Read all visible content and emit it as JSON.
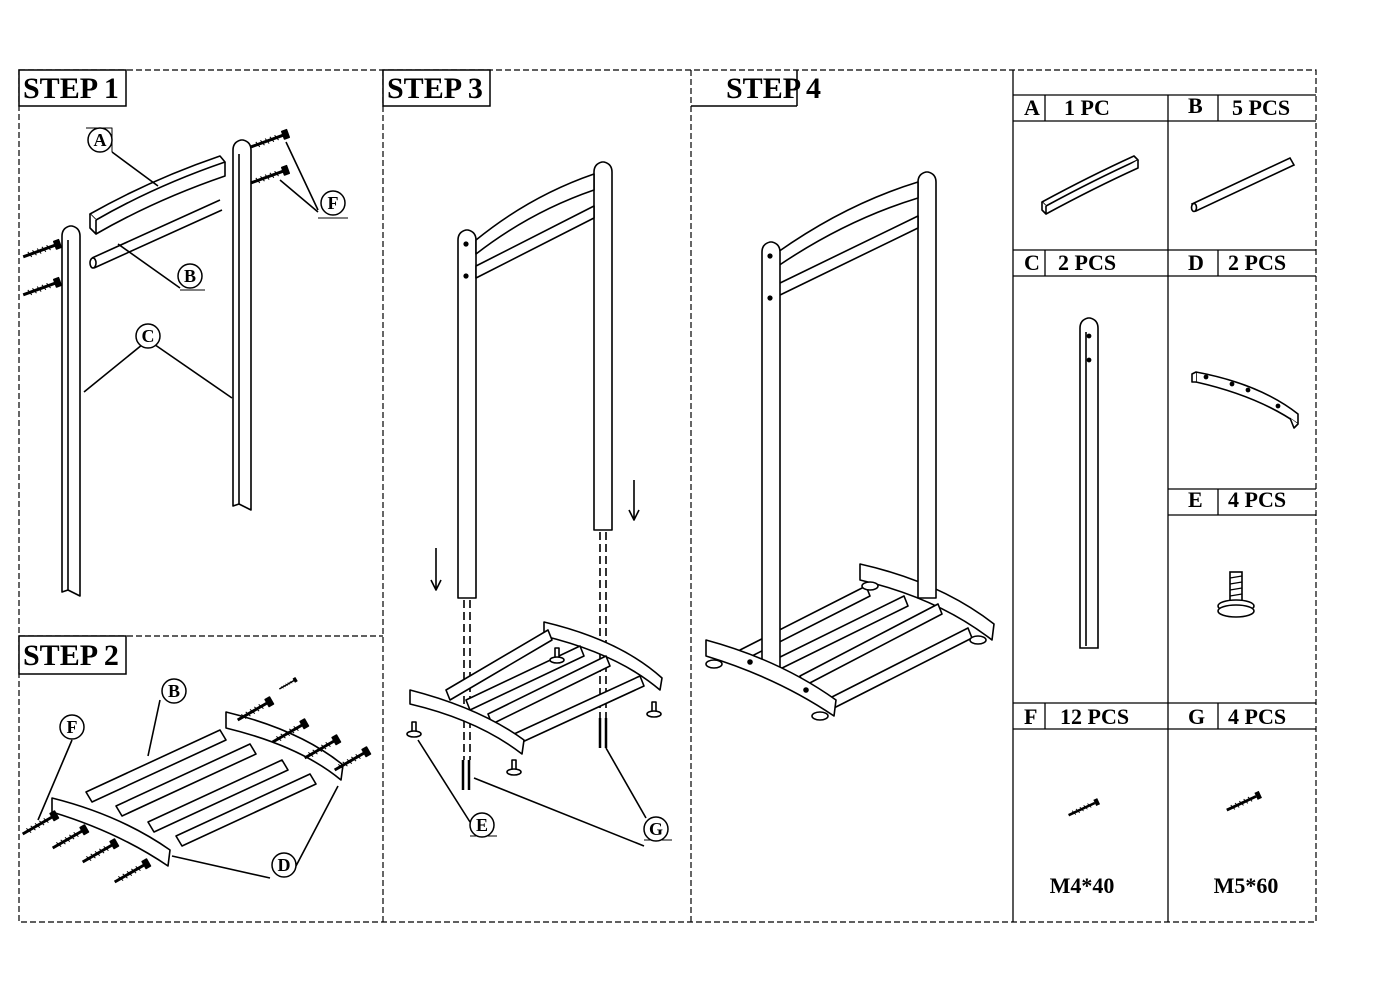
{
  "steps": {
    "step1": "STEP 1",
    "step2": "STEP 2",
    "step3": "STEP 3",
    "step4_word": "STEP",
    "step4_num": "4"
  },
  "callouts": {
    "A": "A",
    "B": "B",
    "C": "C",
    "D": "D",
    "E": "E",
    "F": "F",
    "G": "G"
  },
  "parts": [
    {
      "letter": "A",
      "qty": "1 PC"
    },
    {
      "letter": "B",
      "qty": "5 PCS"
    },
    {
      "letter": "C",
      "qty": "2 PCS"
    },
    {
      "letter": "D",
      "qty": "2 PCS"
    },
    {
      "letter": "E",
      "qty": "4 PCS"
    },
    {
      "letter": "F",
      "qty": "12 PCS",
      "spec": "M4*40"
    },
    {
      "letter": "G",
      "qty": "4 PCS",
      "spec": "M5*60"
    }
  ],
  "colors": {
    "line": "#000000",
    "background": "#ffffff"
  }
}
